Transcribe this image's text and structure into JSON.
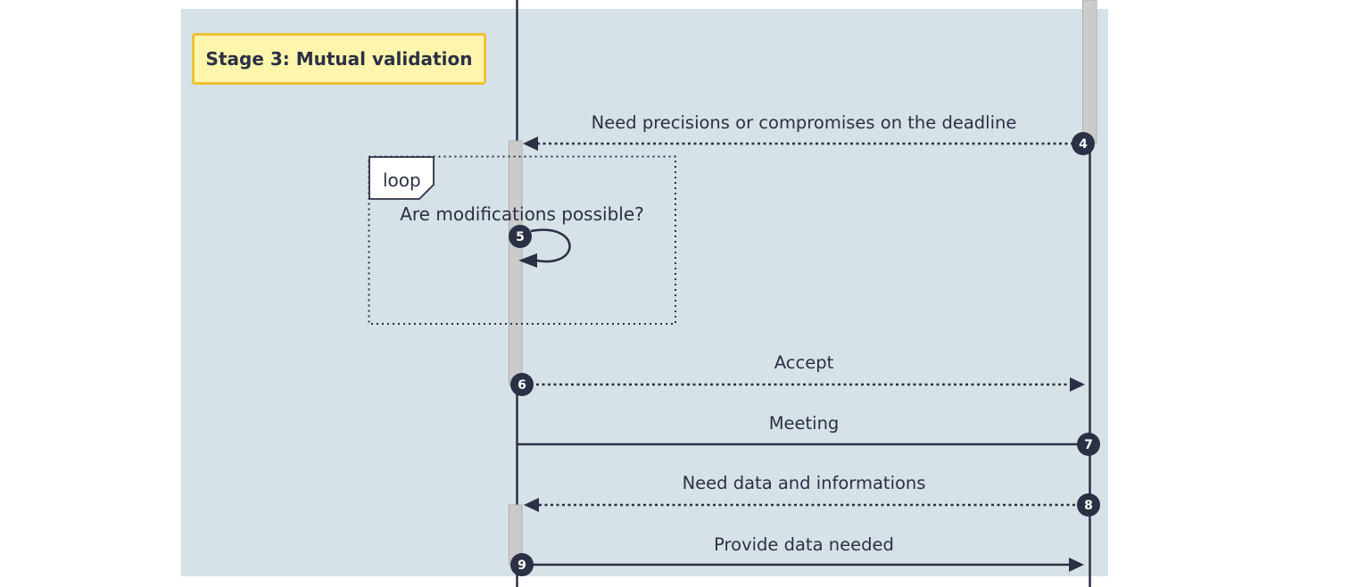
{
  "colors": {
    "page_background": "#ffffff",
    "highlight_rect": "#d6e1e8",
    "line_dark": "#2b3044",
    "activation_fill": "#cbcbcb",
    "activation_border": "#b0b0b0",
    "note_fill": "#fff5ad",
    "note_border": "#edc233",
    "loop_label_fill": "#ffffff",
    "number_text": "#ffffff"
  },
  "diagram": {
    "type": "sequence-diagram",
    "note": {
      "text": "Stage 3: Mutual validation"
    },
    "loop": {
      "label": "loop",
      "condition": "Are modifications possible?"
    },
    "messages": [
      {
        "num": "4",
        "text": "Need precisions or compromises on the deadline",
        "direction": "right-to-left",
        "line": "dashed"
      },
      {
        "num": "5",
        "text": "",
        "direction": "self",
        "line": "solid"
      },
      {
        "num": "6",
        "text": "Accept",
        "direction": "left-to-right",
        "line": "dashed"
      },
      {
        "num": "7",
        "text": "Meeting",
        "direction": "left-to-right",
        "line": "solid"
      },
      {
        "num": "8",
        "text": "Need data and informations",
        "direction": "right-to-left",
        "line": "dashed"
      },
      {
        "num": "9",
        "text": "Provide data needed",
        "direction": "left-to-right",
        "line": "solid"
      }
    ]
  }
}
